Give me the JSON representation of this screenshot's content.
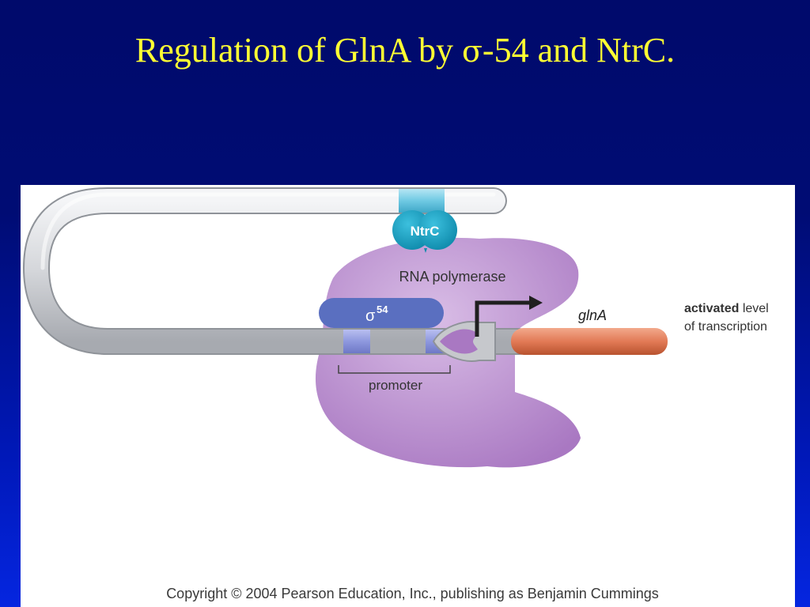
{
  "slide": {
    "title_before": "Regulation of GlnA by ",
    "title_sigma": "σ",
    "title_after": "-54 and NtrC."
  },
  "diagram": {
    "ntrc_label": "NtrC",
    "rna_polymerase_label": "RNA polymerase",
    "sigma_symbol": "σ",
    "sigma_superscript": "54",
    "promoter_label": "promoter",
    "gene_label": "glnA",
    "activated_bold": "activated",
    "activated_rest": " level",
    "transcription_line": "of transcription"
  },
  "colors": {
    "background_top": "#000a6b",
    "background_bottom": "#0526e0",
    "title": "#ffff33",
    "dna": "#d6d8dc",
    "polymerase": "#b585cc",
    "sigma54": "#5a6fc0",
    "ntrc": "#1aa3c4",
    "gene": "#e07b58"
  },
  "copyright": "Copyright © 2004 Pearson Education, Inc., publishing as Benjamin Cummings"
}
